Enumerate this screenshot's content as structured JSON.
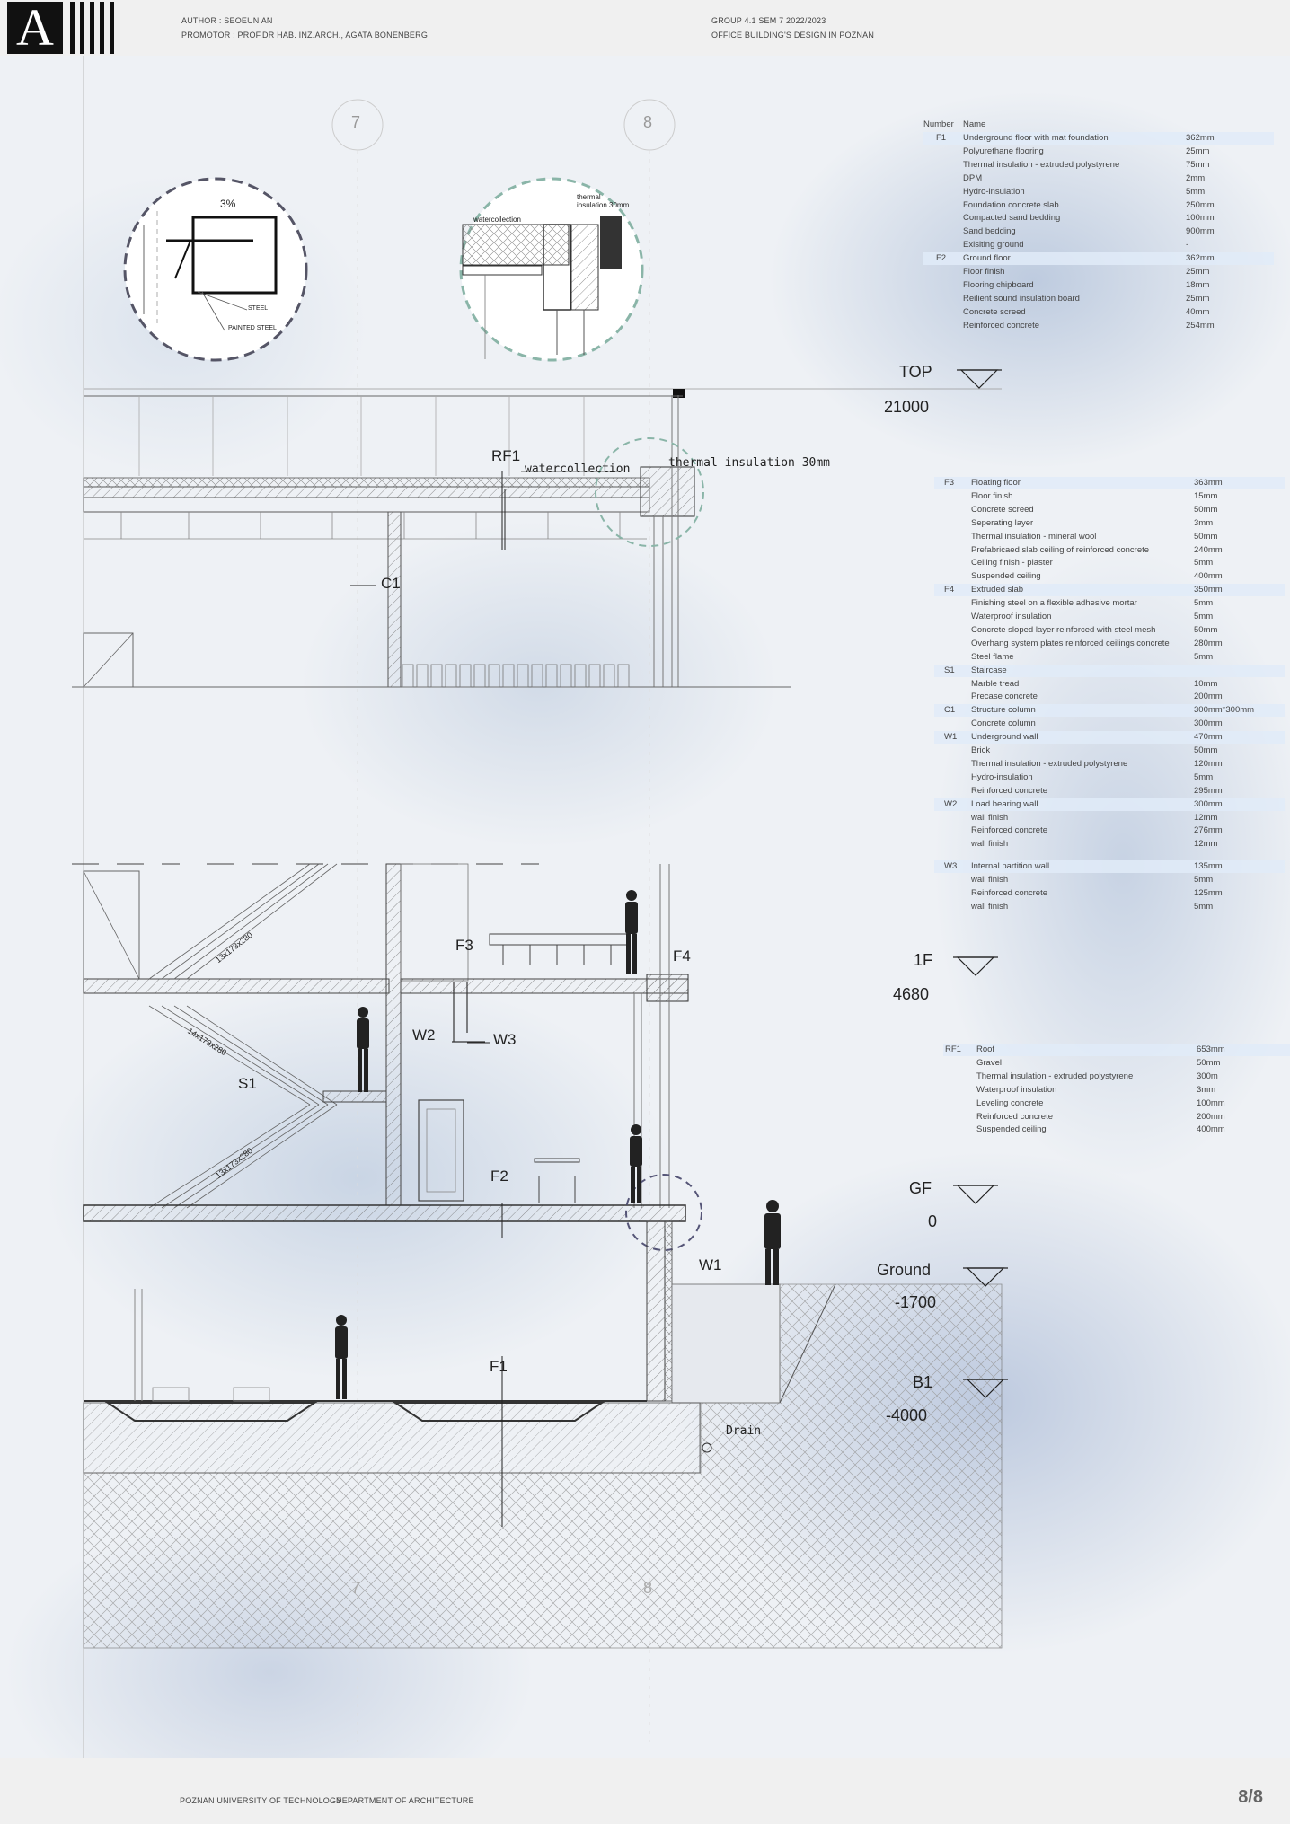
{
  "header": {
    "author": "AUTHOR : SEOEUN AN",
    "promotor": "PROMOTOR : PROF.DR HAB. INZ.ARCH., AGATA BONENBERG",
    "group": "GROUP 4.1 SEM 7 2022/2023",
    "project": "OFFICE BUILDING'S DESIGN IN POZNAN",
    "logo_letter": "A"
  },
  "footer": {
    "university": "POZNAN UNIVERSITY OF TECHNOLOGY",
    "department": "DEPARTMENT OF ARCHITECTURE",
    "page": "8/8"
  },
  "grid_labels": {
    "axis_7": "7",
    "axis_8": "8"
  },
  "detail_labels": {
    "slope": "3%",
    "steel": "STEEL",
    "painted_steel": "PAINTED STEEL",
    "watercollection": "watercollection",
    "thermal_insulation": "thermal insulation 30mm"
  },
  "drawing_labels": {
    "rf1": "RF1",
    "watercollection": "watercollection",
    "thermal": "thermal insulation 30mm",
    "c1": "C1",
    "f3": "F3",
    "f4": "F4",
    "w2": "W2",
    "w3": "W3",
    "s1": "S1",
    "f2": "F2",
    "w1": "W1",
    "f1": "F1",
    "drain": "Drain",
    "stair1": "13x173x280",
    "stair2": "14x173x280",
    "stair3": "13x173x280"
  },
  "levels": [
    {
      "name": "TOP",
      "value": "21000"
    },
    {
      "name": "1F",
      "value": "4680"
    },
    {
      "name": "GF",
      "value": "0"
    },
    {
      "name": "Ground",
      "value": "-1700"
    },
    {
      "name": "B1",
      "value": "-4000"
    }
  ],
  "table_header": {
    "number": "Number",
    "name": "Name"
  },
  "table1": [
    {
      "num": "F1",
      "name": "Underground floor with mat foundation",
      "th": "362mm",
      "hl": true
    },
    {
      "num": "",
      "name": "Polyurethane flooring",
      "th": "25mm"
    },
    {
      "num": "",
      "name": "Thermal insulation - extruded polystyrene",
      "th": "75mm"
    },
    {
      "num": "",
      "name": "DPM",
      "th": "2mm"
    },
    {
      "num": "",
      "name": "Hydro-insulation",
      "th": "5mm"
    },
    {
      "num": "",
      "name": "Foundation concrete slab",
      "th": "250mm"
    },
    {
      "num": "",
      "name": "Compacted sand bedding",
      "th": "100mm"
    },
    {
      "num": "",
      "name": "Sand bedding",
      "th": "900mm"
    },
    {
      "num": "",
      "name": "Exisiting ground",
      "th": "-"
    },
    {
      "num": "F2",
      "name": "Ground floor",
      "th": "362mm",
      "hl": true
    },
    {
      "num": "",
      "name": "Floor finish",
      "th": "25mm"
    },
    {
      "num": "",
      "name": "Flooring chipboard",
      "th": "18mm"
    },
    {
      "num": "",
      "name": "Reilient sound insulation board",
      "th": "25mm"
    },
    {
      "num": "",
      "name": "Concrete screed",
      "th": "40mm"
    },
    {
      "num": "",
      "name": "Reinforced concrete",
      "th": "254mm"
    }
  ],
  "table2": [
    {
      "num": "F3",
      "name": "Floating floor",
      "th": "363mm",
      "hl": true
    },
    {
      "num": "",
      "name": "Floor finish",
      "th": "15mm"
    },
    {
      "num": "",
      "name": "Concrete screed",
      "th": "50mm"
    },
    {
      "num": "",
      "name": "Seperating layer",
      "th": "3mm"
    },
    {
      "num": "",
      "name": "Thermal insulation - mineral wool",
      "th": "50mm"
    },
    {
      "num": "",
      "name": "Prefabricaed slab ceiling of reinforced concrete",
      "th": "240mm"
    },
    {
      "num": "",
      "name": "Ceiling finish - plaster",
      "th": "5mm"
    },
    {
      "num": "",
      "name": "Suspended ceiling",
      "th": "400mm"
    },
    {
      "num": "F4",
      "name": "Extruded slab",
      "th": "350mm",
      "hl": true
    },
    {
      "num": "",
      "name": "Finishing steel on a flexible adhesive mortar",
      "th": "5mm"
    },
    {
      "num": "",
      "name": "Waterproof insulation",
      "th": "5mm"
    },
    {
      "num": "",
      "name": "Concrete sloped layer reinforced with steel mesh",
      "th": "50mm"
    },
    {
      "num": "",
      "name": "Overhang system plates reinforced ceilings concrete",
      "th": "280mm"
    },
    {
      "num": "",
      "name": "Steel flame",
      "th": "5mm"
    },
    {
      "num": "S1",
      "name": "Staircase",
      "th": "",
      "hl": true
    },
    {
      "num": "",
      "name": "Marble tread",
      "th": "10mm"
    },
    {
      "num": "",
      "name": "Precase concrete",
      "th": "200mm"
    },
    {
      "num": "C1",
      "name": "Structure column",
      "th": "300mm*300mm",
      "hl": true
    },
    {
      "num": "",
      "name": "Concrete column",
      "th": "300mm"
    },
    {
      "num": "W1",
      "name": "Underground wall",
      "th": "470mm",
      "hl": true
    },
    {
      "num": "",
      "name": "Brick",
      "th": "50mm"
    },
    {
      "num": "",
      "name": "Thermal insulation - extruded polystyrene",
      "th": "120mm"
    },
    {
      "num": "",
      "name": "Hydro-insulation",
      "th": "5mm"
    },
    {
      "num": "",
      "name": "Reinforced concrete",
      "th": "295mm"
    },
    {
      "num": "W2",
      "name": "Load bearing wall",
      "th": "300mm",
      "hl": true
    },
    {
      "num": "",
      "name": "wall finish",
      "th": "12mm"
    },
    {
      "num": "",
      "name": "Reinforced concrete",
      "th": "276mm"
    },
    {
      "num": "",
      "name": "wall finish",
      "th": "12mm"
    },
    {
      "num": "W3",
      "name": "Internal partition wall",
      "th": "135mm",
      "hl": true,
      "gap": true
    },
    {
      "num": "",
      "name": "wall finish",
      "th": "5mm"
    },
    {
      "num": "",
      "name": "Reinforced concrete",
      "th": "125mm"
    },
    {
      "num": "",
      "name": "wall finish",
      "th": "5mm"
    }
  ],
  "table3": [
    {
      "num": "RF1",
      "name": "Roof",
      "th": "653mm",
      "hl": true
    },
    {
      "num": "",
      "name": "Gravel",
      "th": "50mm"
    },
    {
      "num": "",
      "name": "Thermal insulation - extruded polystyrene",
      "th": "300m"
    },
    {
      "num": "",
      "name": "Waterproof insulation",
      "th": "3mm"
    },
    {
      "num": "",
      "name": "Leveling concrete",
      "th": "100mm"
    },
    {
      "num": "",
      "name": "Reinforced concrete",
      "th": "200mm"
    },
    {
      "num": "",
      "name": "Suspended ceiling",
      "th": "400mm"
    }
  ]
}
